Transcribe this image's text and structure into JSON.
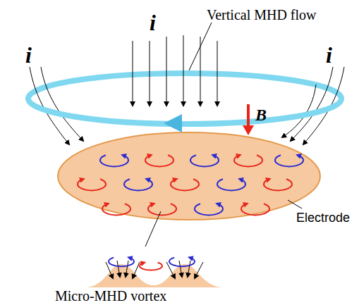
{
  "diagram": {
    "labels": [
      "Vertical MHD flow",
      "i",
      "i",
      "i",
      "B",
      "Electrode",
      "Micro-MHD vortex"
    ]
  }
}
